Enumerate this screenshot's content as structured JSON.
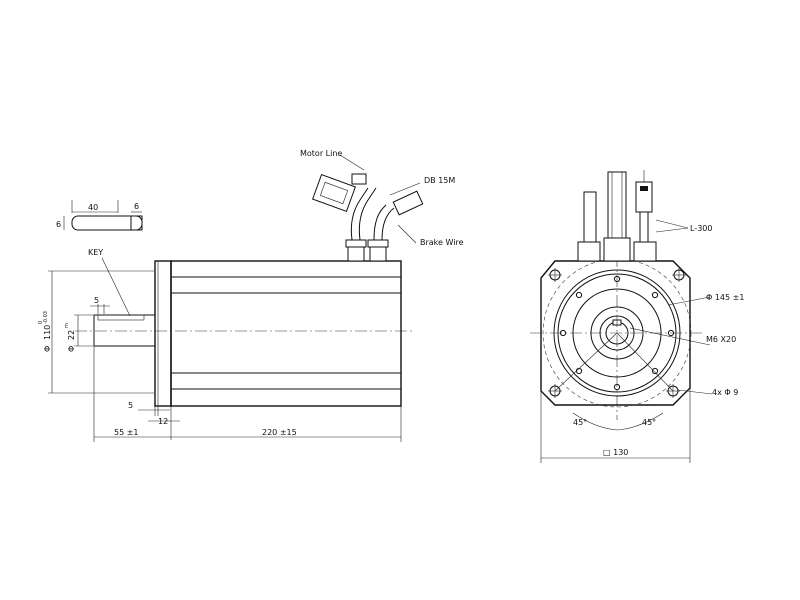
{
  "callouts": {
    "motor_line": "Motor Line",
    "db15m": "DB 15M",
    "brake_wire": "Brake Wire",
    "key": "KEY",
    "l300": "L-300"
  },
  "dims": {
    "key_length": "40",
    "key_width": "6",
    "key_height": "6",
    "keyway_width": "5",
    "shaft_dia_symbol": "Φ",
    "shaft_dia": "22",
    "shaft_tol": "m",
    "spigot_dia_symbol": "Φ",
    "spigot_dia": "110",
    "spigot_tol_top": "0",
    "spigot_tol_bot": "-0.03",
    "flange_thickness": "5",
    "shaft_length": "55 ±1",
    "flange_offset": "12",
    "body_length": "220 ±15",
    "pcd": "Φ 145 ±1",
    "thread": "M6 X20",
    "holes": "4x Φ 9",
    "angle_left": "45°",
    "angle_right": "45°",
    "square": "□ 130"
  }
}
